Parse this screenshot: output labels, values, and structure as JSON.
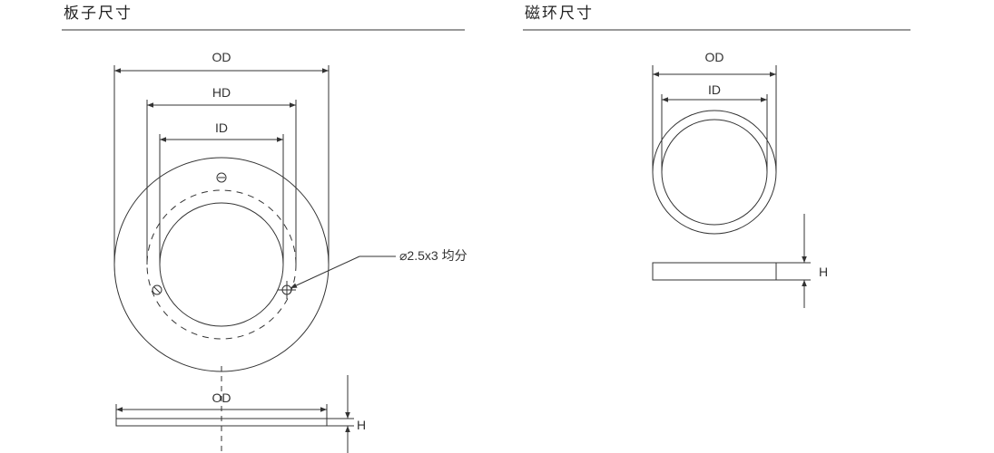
{
  "sections": {
    "plate": {
      "title": "板子尺寸",
      "labels": {
        "od": "OD",
        "hd": "HD",
        "id": "ID",
        "hole_note": "⌀2.5x3 均分",
        "side_od": "OD",
        "side_h": "H"
      }
    },
    "ring": {
      "title": "磁环尺寸",
      "labels": {
        "od": "OD",
        "id": "ID",
        "side_h": "H"
      }
    }
  },
  "colors": {
    "line": "#333333",
    "text": "#333333",
    "background": "#ffffff"
  }
}
